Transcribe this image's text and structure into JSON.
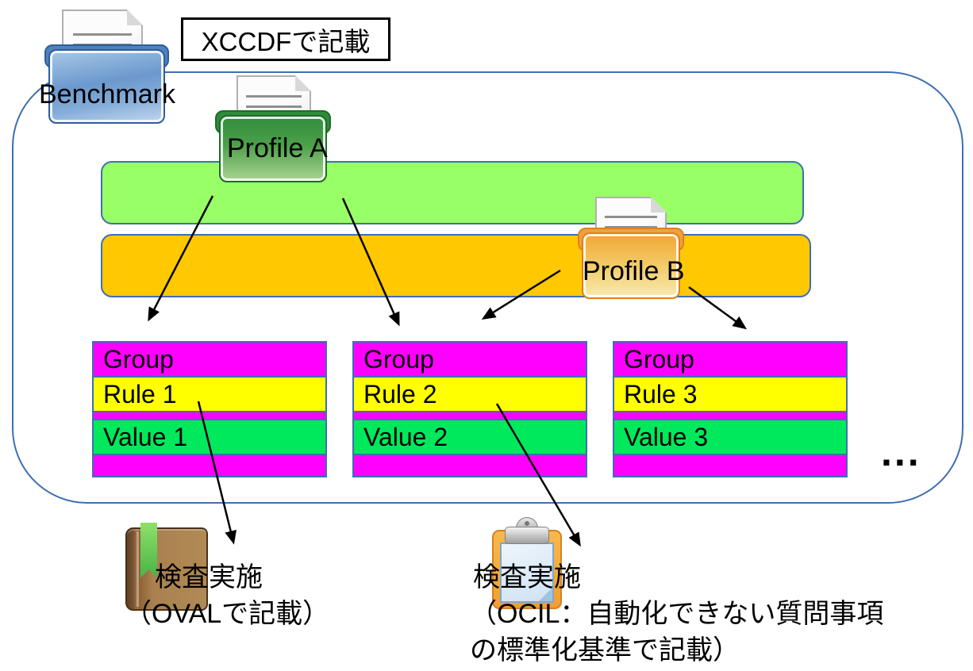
{
  "annotation": {
    "xccdf_label": "XCCDFで記載"
  },
  "benchmark": {
    "label": "Benchmark"
  },
  "profile_a": {
    "label": "Profile A"
  },
  "profile_b": {
    "label": "Profile B"
  },
  "groups": [
    {
      "header": "Group",
      "rule": "Rule 1",
      "value": "Value 1"
    },
    {
      "header": "Group",
      "rule": "Rule 2",
      "value": "Value 2"
    },
    {
      "header": "Group",
      "rule": "Rule 3",
      "value": "Value 3"
    }
  ],
  "ellipsis": "...",
  "oval_note": {
    "line1": "検査実施",
    "line2": "（OVALで記載）"
  },
  "ocil_note": {
    "line1": "検査実施",
    "line2": "（OCIL：自動化できない質問事項",
    "line3": "の標準化基準で記載）"
  },
  "icons": {
    "benchmark_folder": "blue-folder-icon",
    "profile_a_folder": "green-folder-icon",
    "profile_b_folder": "orange-folder-icon",
    "document": "document-icon",
    "oval_book": "book-icon",
    "ocil_clipboard": "clipboard-icon"
  },
  "colors": {
    "container_border": "#3E6FB2",
    "profile_a_bar": "#99FF66",
    "profile_b_bar": "#FFC800",
    "group_header_row": "#FF00FF",
    "rule_row": "#FFFF00",
    "value_row": "#00E95D",
    "arrow": "#000000"
  }
}
